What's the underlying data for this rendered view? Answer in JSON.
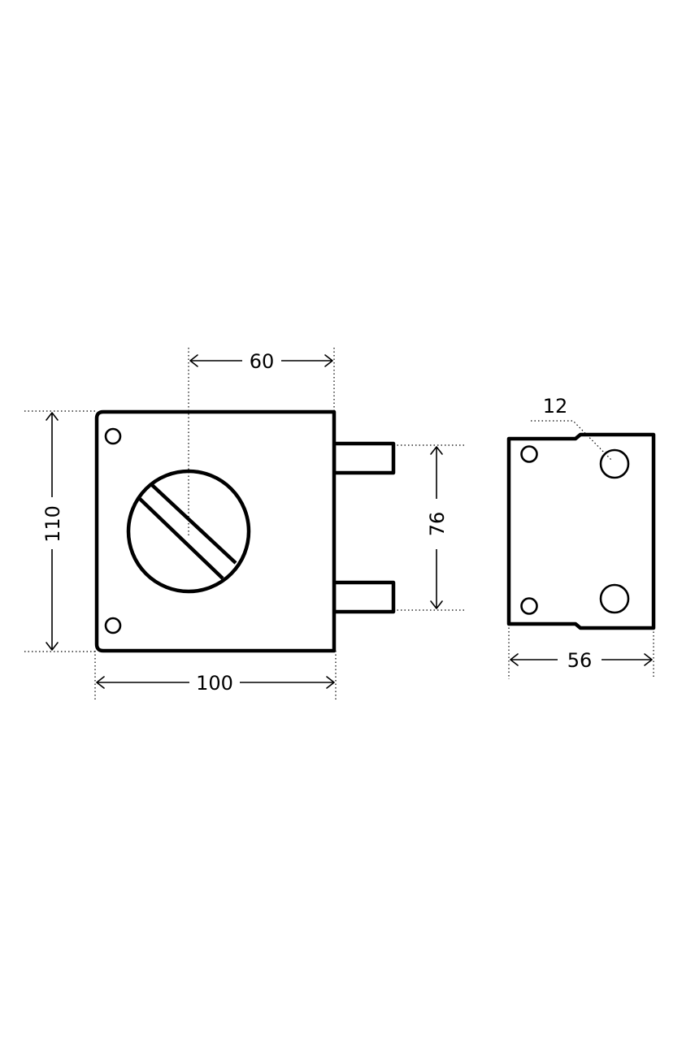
{
  "dimensions": {
    "lock_width": "100",
    "lock_height": "110",
    "cylinder_offset": "60",
    "bolt_spacing": "76",
    "strike_width": "56",
    "hole_diameter": "12"
  }
}
